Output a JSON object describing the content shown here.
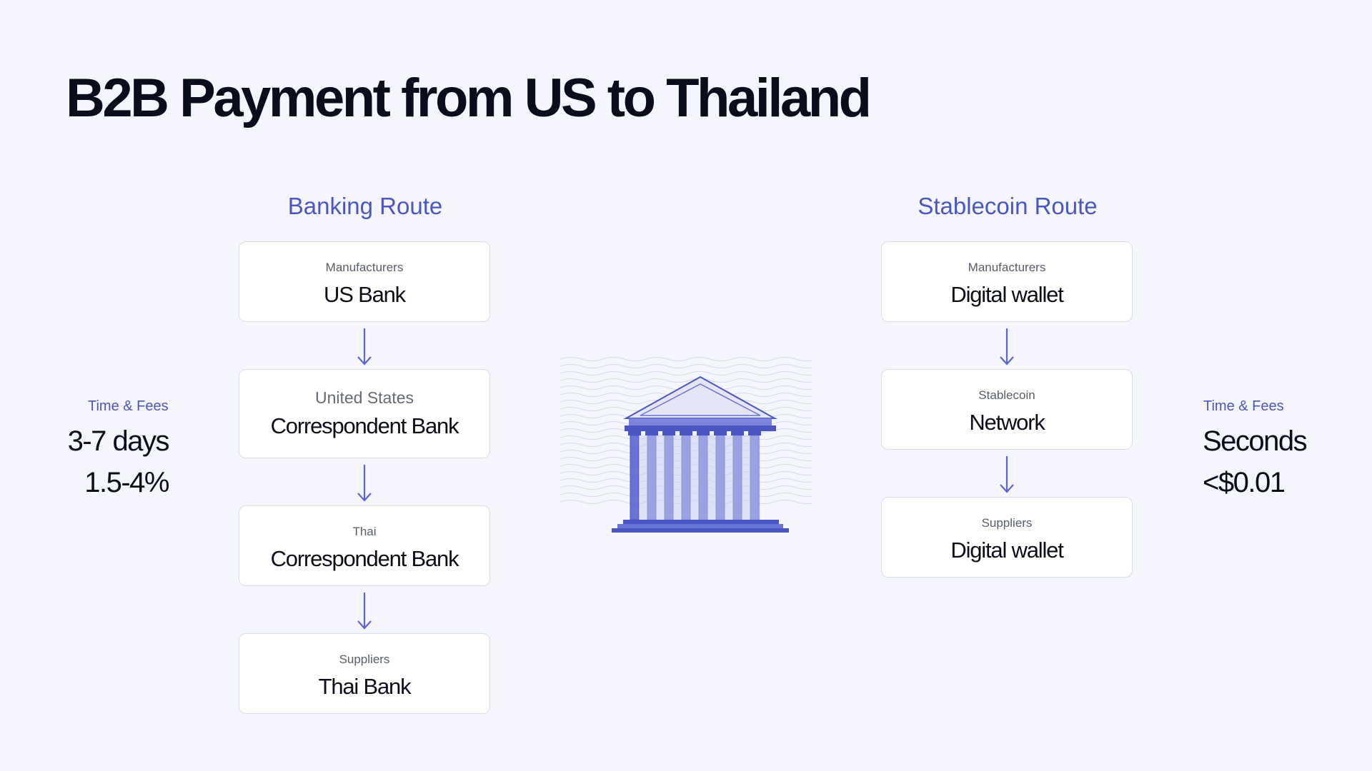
{
  "title": "B2B Payment from US to Thailand",
  "banking": {
    "title": "Banking Route",
    "steps": [
      {
        "sub": "Manufacturers",
        "main": "US Bank"
      },
      {
        "sub": "United States",
        "main": "Correspondent Bank"
      },
      {
        "sub": "Thai",
        "main": "Correspondent Bank"
      },
      {
        "sub": "Suppliers",
        "main": "Thai Bank"
      }
    ],
    "time_fees": {
      "label": "Time & Fees",
      "time": "3-7 days",
      "fees": "1.5-4%"
    }
  },
  "stablecoin": {
    "title": "Stablecoin Route",
    "steps": [
      {
        "sub": "Manufacturers",
        "main": "Digital wallet"
      },
      {
        "sub": "Stablecoin",
        "main": "Network"
      },
      {
        "sub": "Suppliers",
        "main": "Digital wallet"
      }
    ],
    "time_fees": {
      "label": "Time & Fees",
      "time": "Seconds",
      "fees": "<$0.01"
    }
  },
  "colors": {
    "background": "#f5f6fd",
    "accent": "#4a56c4",
    "arrow": "#5a64d8",
    "card_border": "#d9dce8"
  },
  "icons": [
    "down-arrow-icon",
    "bank-building-icon"
  ]
}
